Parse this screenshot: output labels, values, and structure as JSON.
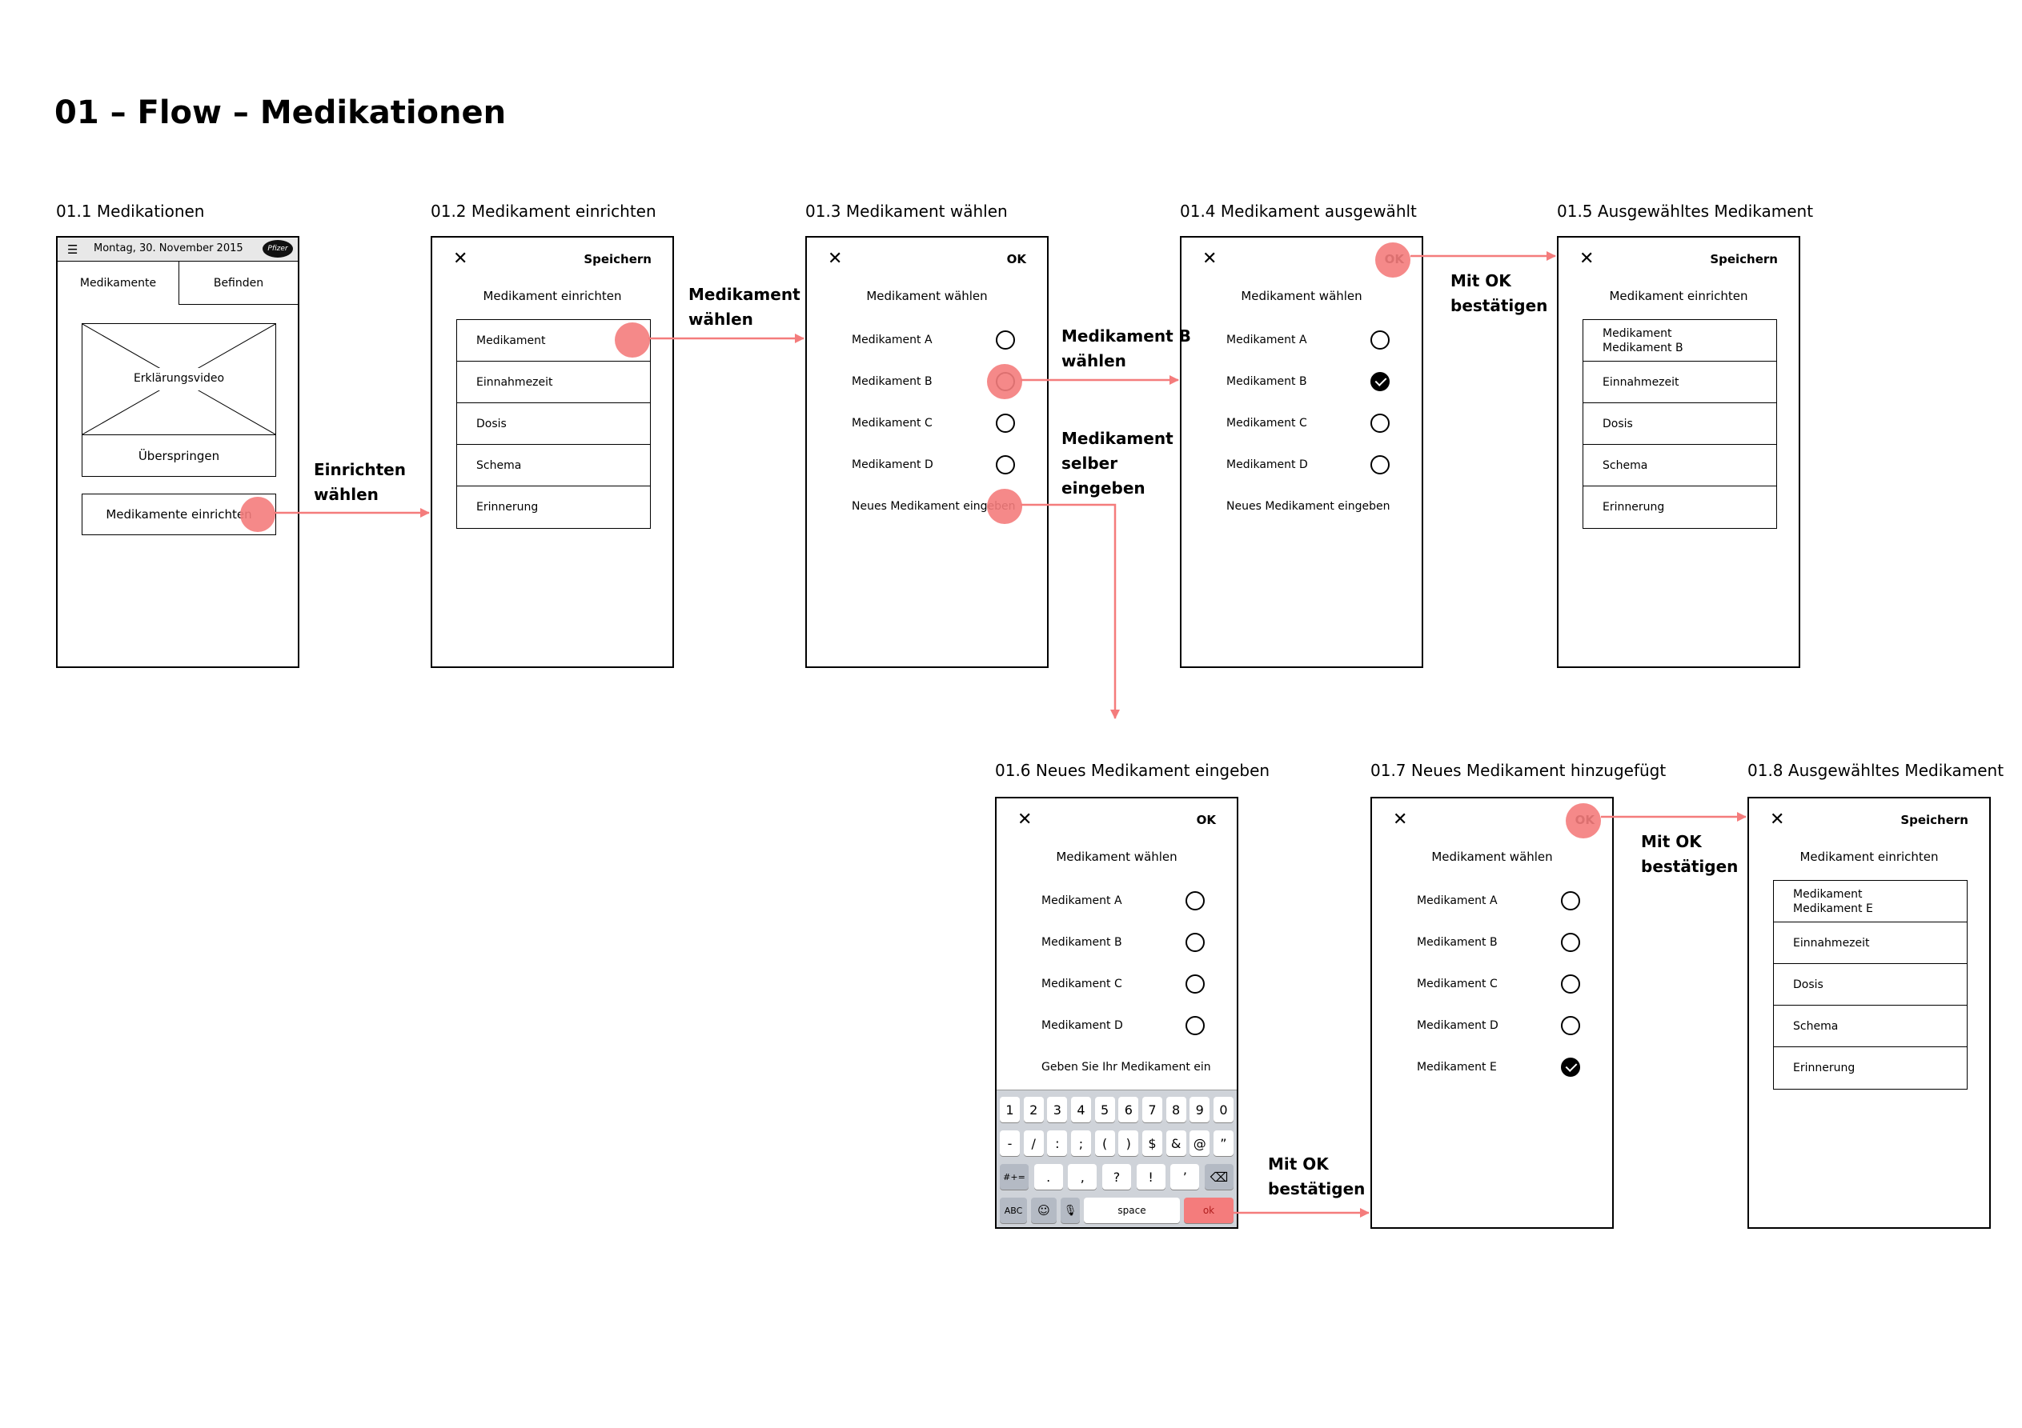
{
  "page": {
    "title": "01 – Flow – Medikationen"
  },
  "colors": {
    "accent": "#f47c7c",
    "arrow": "#f47c7c"
  },
  "screens": {
    "s01_1": {
      "caption": "01.1 Medikationen",
      "status_date": "Montag, 30. November 2015",
      "brand": "Pfizer",
      "tab_medikamente": "Medikamente",
      "tab_befinden": "Befinden",
      "video_label": "Erklärungsvideo",
      "skip_label": "Überspringen",
      "setup_button": "Medikamente einrichten"
    },
    "s01_2": {
      "caption": "01.2 Medikament einrichten",
      "save": "Speichern",
      "title": "Medikament einrichten",
      "rows": [
        "Medikament",
        "Einnahmezeit",
        "Dosis",
        "Schema",
        "Erinnerung"
      ]
    },
    "s01_3": {
      "caption": "01.3 Medikament wählen",
      "ok": "OK",
      "title": "Medikament wählen",
      "options": [
        "Medikament A",
        "Medikament B",
        "Medikament C",
        "Medikament D"
      ],
      "new_entry": "Neues Medikament eingeben"
    },
    "s01_4": {
      "caption": "01.4 Medikament ausgewählt",
      "ok": "OK",
      "title": "Medikament wählen",
      "options": [
        "Medikament A",
        "Medikament B",
        "Medikament C",
        "Medikament D"
      ],
      "new_entry": "Neues Medikament eingeben"
    },
    "s01_5": {
      "caption": "01.5 Ausgewähltes Medikament",
      "save": "Speichern",
      "title": "Medikament einrichten",
      "row1_a": "Medikament",
      "row1_b": "Medikament B",
      "rows": [
        "Einnahmezeit",
        "Dosis",
        "Schema",
        "Erinnerung"
      ]
    },
    "s01_6": {
      "caption": "01.6 Neues Medikament eingeben",
      "ok": "OK",
      "title": "Medikament wählen",
      "options": [
        "Medikament A",
        "Medikament B",
        "Medikament C",
        "Medikament D"
      ],
      "input_placeholder": "Geben Sie Ihr Medikament ein",
      "keyboard": {
        "row1": [
          "1",
          "2",
          "3",
          "4",
          "5",
          "6",
          "7",
          "8",
          "9",
          "0"
        ],
        "row2": [
          "-",
          "/",
          ":",
          ";",
          "(",
          ")",
          "$",
          "&",
          "@",
          "”"
        ],
        "row3_left": "#+=",
        "row3": [
          ".",
          ",",
          "?",
          "!",
          "’"
        ],
        "abc": "ABC",
        "space": "space",
        "ok": "ok"
      }
    },
    "s01_7": {
      "caption": "01.7 Neues Medikament hinzugefügt",
      "ok": "OK",
      "title": "Medikament wählen",
      "options": [
        "Medikament A",
        "Medikament B",
        "Medikament C",
        "Medikament D",
        "Medikament E"
      ]
    },
    "s01_8": {
      "caption": "01.8 Ausgewähltes Medikament",
      "save": "Speichern",
      "title": "Medikament einrichten",
      "row1_a": "Medikament",
      "row1_b": "Medikament E",
      "rows": [
        "Einnahmezeit",
        "Dosis",
        "Schema",
        "Erinnerung"
      ]
    }
  },
  "flow_labels": {
    "einrichten_1": "Einrichten",
    "einrichten_2": "wählen",
    "medikament_waehlen_1": "Medikament",
    "medikament_waehlen_2": "wählen",
    "medikament_b_1": "Medikament B",
    "medikament_b_2": "wählen",
    "selber_1": "Medikament",
    "selber_2": "selber",
    "selber_3": "eingeben",
    "ok1_1": "Mit OK",
    "ok1_2": "bestätigen",
    "ok2_1": "Mit OK",
    "ok2_2": "bestätigen",
    "ok3_1": "Mit OK",
    "ok3_2": "bestätigen"
  }
}
